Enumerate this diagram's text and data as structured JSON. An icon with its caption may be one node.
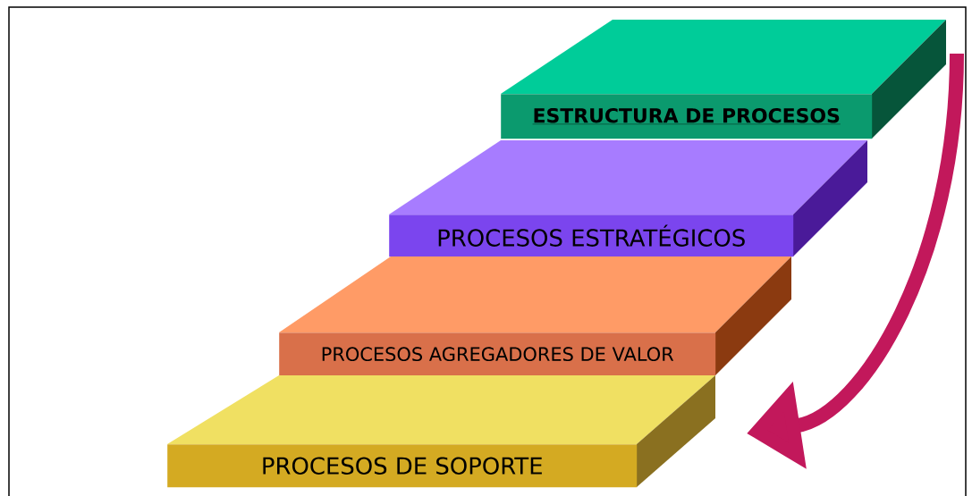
{
  "diagram": {
    "nodes": [
      {
        "text": [
          "ESTRUCTURA  DE PROCESOS"
        ]
      },
      {
        "text": [
          "PROCESOS ESTRATÉGICOS"
        ]
      },
      {
        "text": [
          "PROCESOS AGREGADORES DE VALOR"
        ]
      },
      {
        "text": [
          "PROCESOS DE SOPORTE"
        ]
      }
    ]
  }
}
